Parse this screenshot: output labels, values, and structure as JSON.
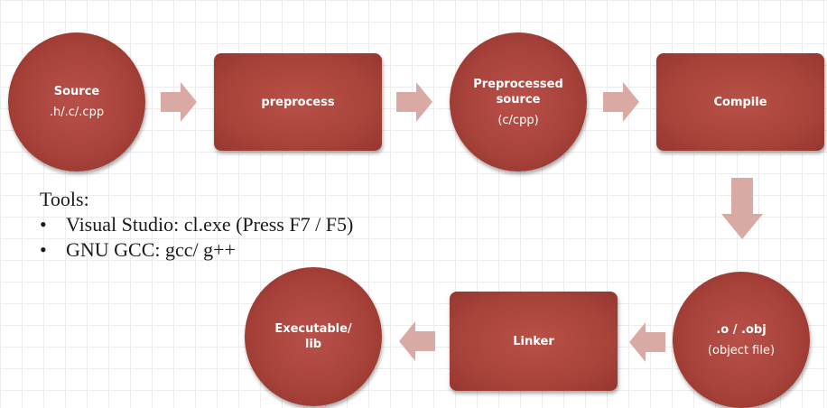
{
  "nodes": {
    "source": {
      "line1": "Source",
      "line2": ".h/.c/.cpp"
    },
    "preprocess": {
      "label": "preprocess"
    },
    "preprocessed": {
      "line1": "Preprocessed",
      "line2": "source",
      "line3": "(c/cpp)"
    },
    "compile": {
      "label": "Compile"
    },
    "object": {
      "line1": ".o / .obj",
      "line2": "(object file)"
    },
    "linker": {
      "label": "Linker"
    },
    "executable": {
      "line1": "Executable/",
      "line2": "lib"
    }
  },
  "tools": {
    "title": "Tools:",
    "items": [
      {
        "bullet": "•",
        "text": "Visual Studio: cl.exe (Press F7 / F5)"
      },
      {
        "bullet": "•",
        "text": "GNU GCC: gcc/ g++"
      }
    ]
  },
  "colors": {
    "node_fill": "#a9443b",
    "arrow_fill": "#d9a9a3",
    "text": "#1a1a1a"
  },
  "icons": {
    "arrow": "block-arrow"
  }
}
